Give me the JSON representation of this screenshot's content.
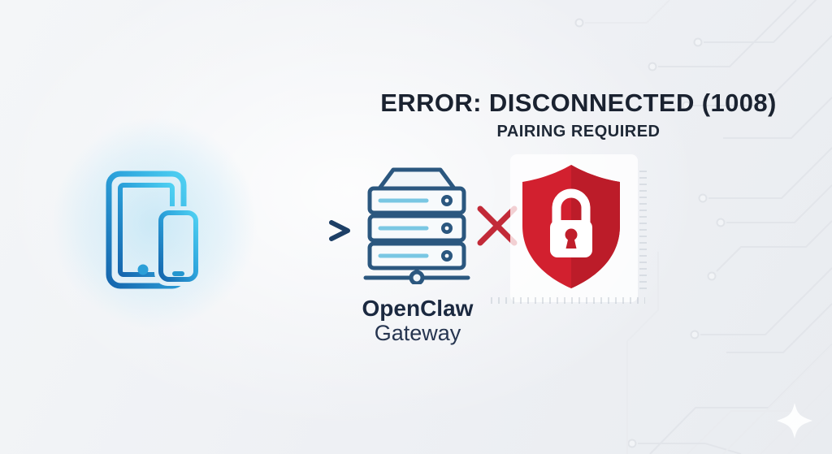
{
  "header": {
    "error_title": "ERROR: DISCONNECTED (1008)",
    "error_subtitle": "PAIRING REQUIRED"
  },
  "gateway": {
    "name": "OpenClaw",
    "type": "Gateway"
  },
  "icons": {
    "devices": "tablet-and-phone-icon",
    "connection": "arrow-right-icon",
    "gateway_server": "server-stack-icon",
    "blocked": "x-mark-icon",
    "security": "shield-lock-icon",
    "decoration": "four-point-star-icon"
  },
  "colors": {
    "background": "#f1f3f6",
    "title_text": "#1a2230",
    "device_blue_light": "#4fd0f2",
    "device_blue_dark": "#1565ad",
    "arrow_light": "#b9e2f1",
    "arrow_dark": "#1d3f66",
    "server_navy": "#2b577f",
    "server_led_blue": "#79c7e3",
    "error_red": "#c22a38",
    "shield_red": "#d2202f",
    "shield_red_dark": "#bc1c29",
    "lock_white": "#ffffff",
    "circuit_trace": "#e3e6ea"
  }
}
